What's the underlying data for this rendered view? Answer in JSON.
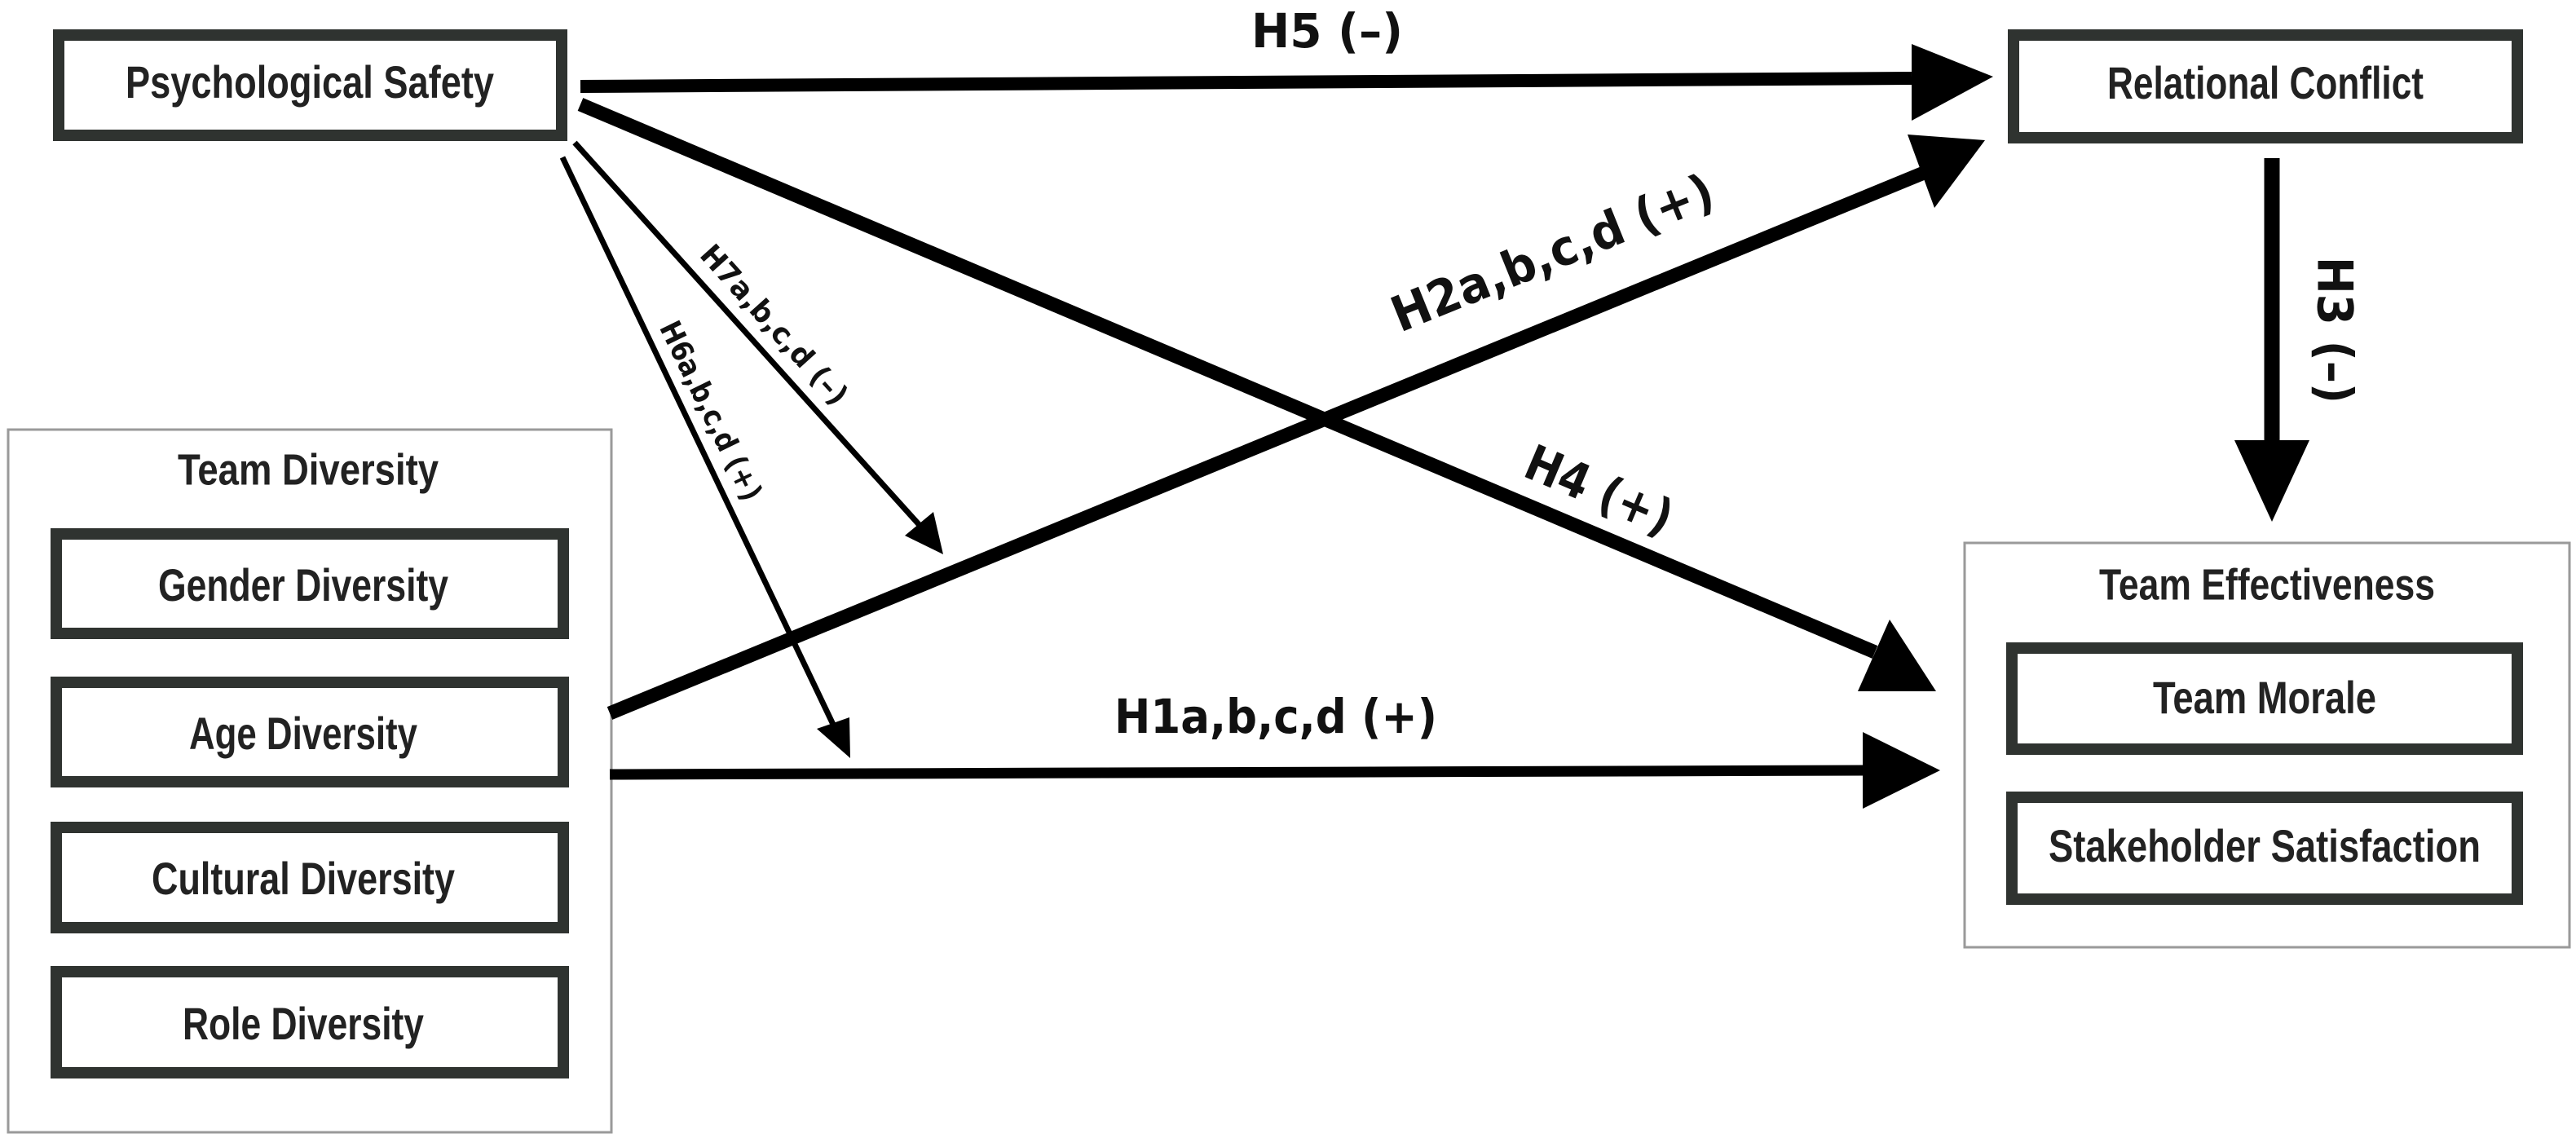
{
  "nodes": {
    "psych_safety": "Psychological Safety",
    "relational_conflict": "Relational Conflict",
    "team_diversity": "Team Diversity",
    "gender_diversity": "Gender Diversity",
    "age_diversity": "Age Diversity",
    "cultural_diversity": "Cultural Diversity",
    "role_diversity": "Role Diversity",
    "team_effectiveness": "Team Effectiveness",
    "team_morale": "Team Morale",
    "stakeholder_satisfaction": "Stakeholder Satisfaction"
  },
  "edges": {
    "h5": "H5 (–)",
    "h2": "H2a,b,c,d (+)",
    "h3": "H3 (–)",
    "h4": "H4 (+)",
    "h7": "H7a,b,c,d (–)",
    "h6": "H6a,b,c,d (+)",
    "h1": "H1a,b,c,d (+)"
  },
  "colors": {
    "box_border": "#2f3330",
    "group_border": "#999999",
    "arrow": "#000000"
  }
}
